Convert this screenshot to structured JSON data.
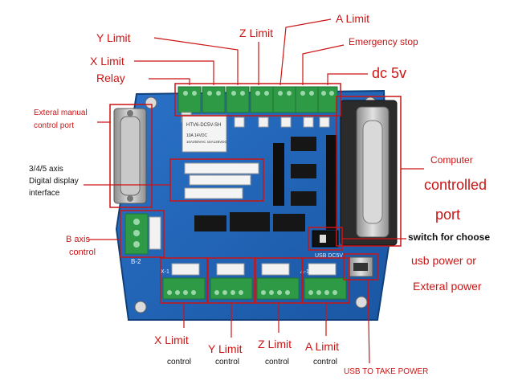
{
  "labels": {
    "y_limit_top": "Y Limit",
    "z_limit_top": "Z Limit",
    "a_limit_top": "A Limit",
    "x_limit_top": "X Limit",
    "relay": "Relay",
    "emergency_stop": "Emergency stop",
    "dc5v": "dc 5v",
    "external_manual_1": "Exteral manual",
    "external_manual_2": "control port",
    "digital_display_1": "3/4/5 axis",
    "digital_display_2": "Digital display",
    "digital_display_3": "interface",
    "b_axis_1": "B axis",
    "b_axis_2": "control",
    "computer_1": "Computer",
    "computer_2": "controlled",
    "computer_3": "port",
    "switch_1": "switch for choose",
    "switch_2": "usb power or",
    "switch_3": "Exteral power",
    "x_limit_bottom": "X Limit",
    "x_control": "control",
    "y_limit_bottom": "Y Limit",
    "y_control": "control",
    "z_limit_bottom": "Z Limit",
    "z_control": "control",
    "a_limit_bottom": "A Limit",
    "a_control": "control",
    "usb_power": "USB TO TAKE POWER"
  },
  "board_text": {
    "relay_brand": "HTV6-DC5V-SH",
    "relay_rating_1": "10A 14VDC",
    "relay_rating_2": "10A250VAC 15A125VDC",
    "silk_b2": "B-2",
    "silk_usb": "USB DC5V",
    "silk_x1": "X-1",
    "silk_a1": "A-1"
  },
  "colors": {
    "board": "#1f64b8",
    "board_dark": "#154c8f",
    "terminal": "#2e9a45",
    "terminal_dark": "#1f7232",
    "annotation": "#cc1414",
    "db_metal": "#b9b9b9"
  }
}
